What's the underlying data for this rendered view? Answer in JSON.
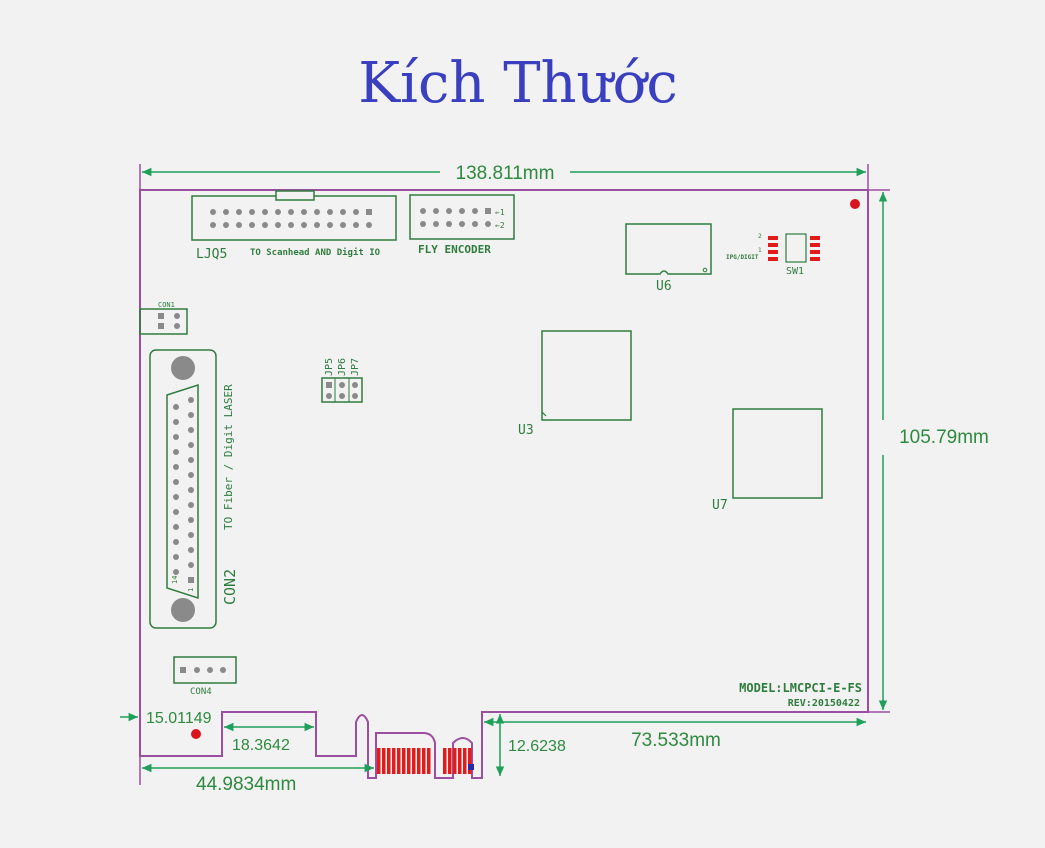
{
  "title": "Kích Thước",
  "colors": {
    "background": "#f2f2f2",
    "board_outline": "#9a4fa0",
    "silkscreen": "#2f7d3e",
    "title": "#3a3fc0",
    "dimension": "#2e8a3f",
    "dimension_arrow": "#1fa05a",
    "pad_red": "#e21b1b",
    "marker_red": "#d8141c"
  },
  "dimensions": {
    "width": "138.811mm",
    "height": "105.79mm",
    "left_edge": "15.01149",
    "notch_left": "18.3642",
    "to_connector": "44.9834mm",
    "bracket_height": "12.6238",
    "right_section": "73.533mm"
  },
  "labels": {
    "ljq5": "LJQ5",
    "ljq5_desc": "TO Scanhead AND Digit IO",
    "fly_encoder": "FLY ENCODER",
    "pin1": "←1",
    "pin2": "←2",
    "u6": "U6",
    "u3": "U3",
    "u7": "U7",
    "sw1": "SW1",
    "sw_text": "IPG/DIGIT",
    "sw_num_top": "2",
    "sw_num_bottom": "1",
    "con1": "CON1",
    "con2": "CON2",
    "con2_desc": "TO Fiber / Digit LASER",
    "con4": "CON4",
    "jp5": "JP5",
    "jp6": "JP6",
    "jp7": "JP7",
    "db_pin14": "14",
    "db_pin1": "1",
    "model": "MODEL:LMCPCI-E-FS",
    "rev": "REV:20150422"
  },
  "icons": {
    "arrows": "dimension-arrow-icon"
  }
}
